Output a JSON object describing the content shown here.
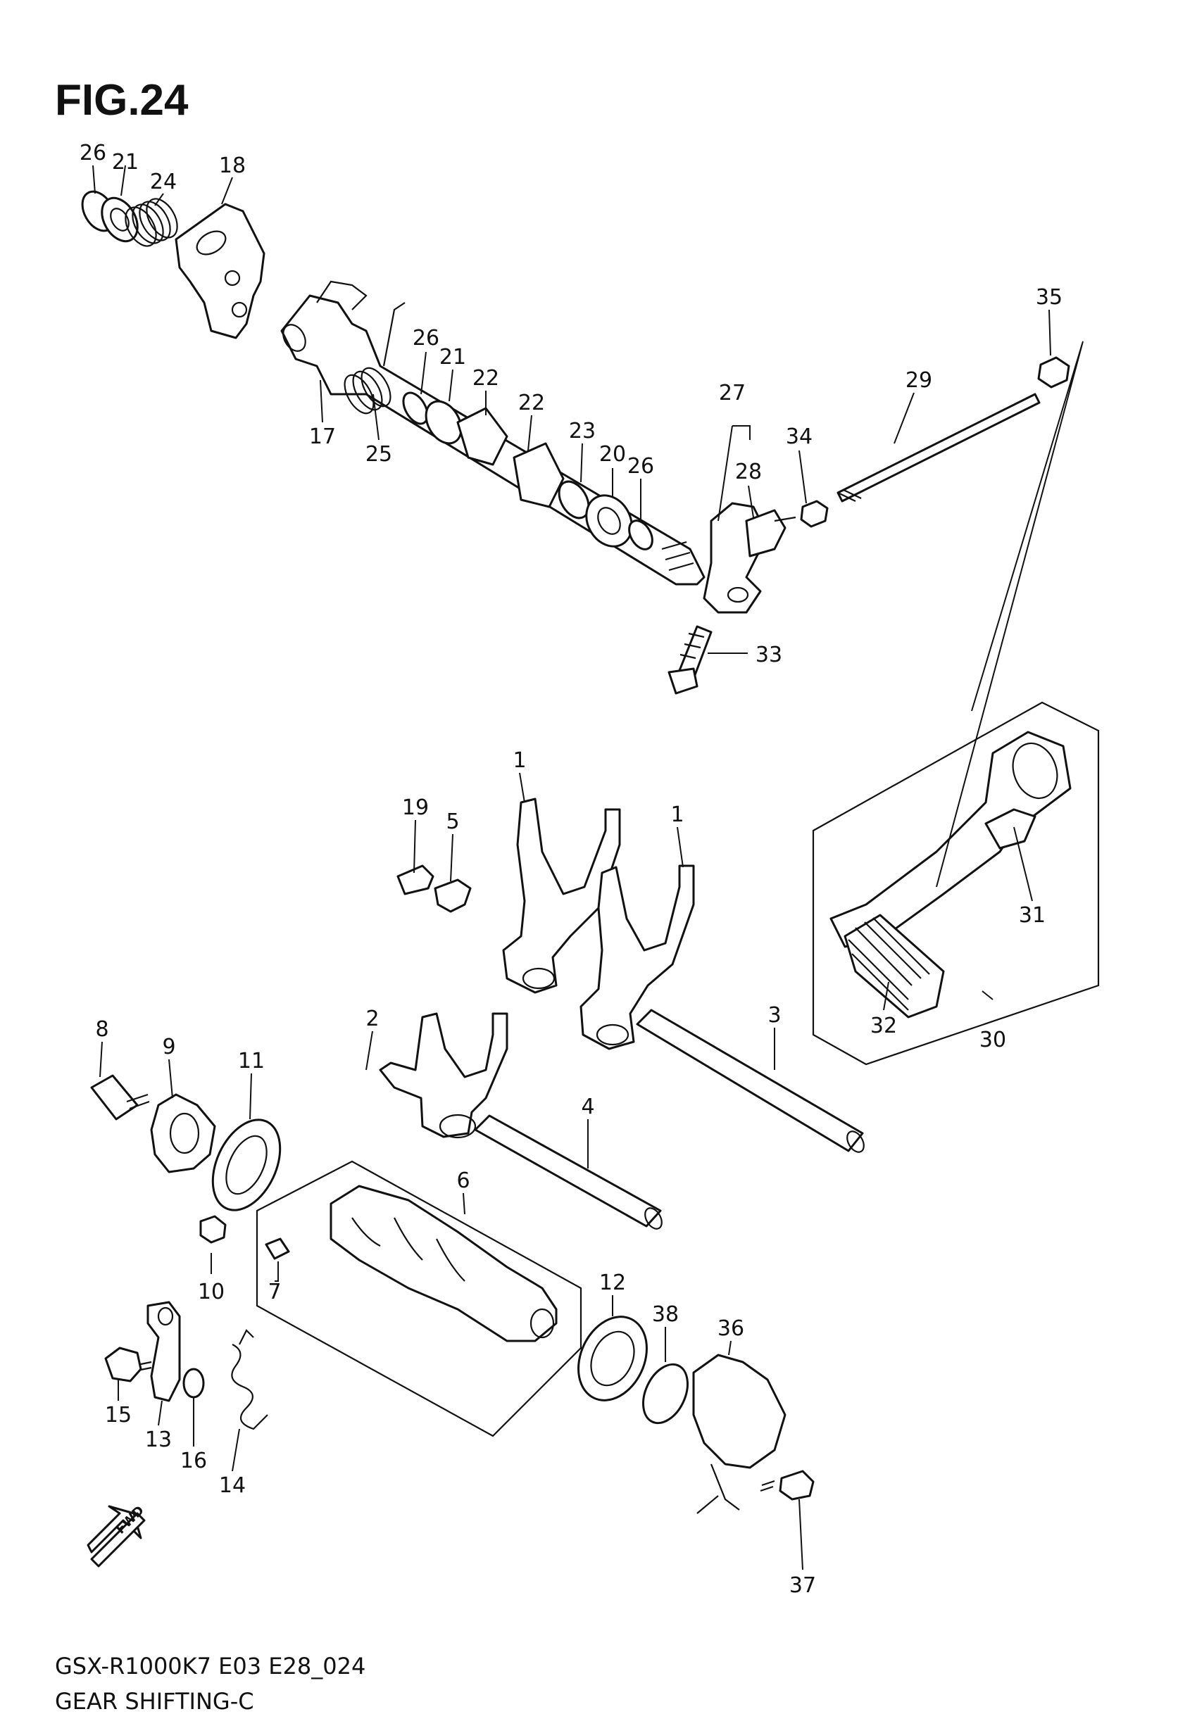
{
  "figure": {
    "title": "FIG.24",
    "model_code": "GSX-R1000K7 E03 E28_024",
    "caption": "GEAR SHIFTING-C",
    "fwd_label": "FWD"
  },
  "callouts": [
    {
      "id": "c26a",
      "number": "26"
    },
    {
      "id": "c21a",
      "number": "21"
    },
    {
      "id": "c24",
      "number": "24"
    },
    {
      "id": "c18",
      "number": "18"
    },
    {
      "id": "c17",
      "number": "17"
    },
    {
      "id": "c25",
      "number": "25"
    },
    {
      "id": "c26b",
      "number": "26"
    },
    {
      "id": "c21b",
      "number": "21"
    },
    {
      "id": "c22a",
      "number": "22"
    },
    {
      "id": "c22b",
      "number": "22"
    },
    {
      "id": "c23",
      "number": "23"
    },
    {
      "id": "c20",
      "number": "20"
    },
    {
      "id": "c26c",
      "number": "26"
    },
    {
      "id": "c27",
      "number": "27"
    },
    {
      "id": "c28",
      "number": "28"
    },
    {
      "id": "c34",
      "number": "34"
    },
    {
      "id": "c29",
      "number": "29"
    },
    {
      "id": "c35",
      "number": "35"
    },
    {
      "id": "c33",
      "number": "33"
    },
    {
      "id": "c1a",
      "number": "1"
    },
    {
      "id": "c1b",
      "number": "1"
    },
    {
      "id": "c19",
      "number": "19"
    },
    {
      "id": "c5",
      "number": "5"
    },
    {
      "id": "c31",
      "number": "31"
    },
    {
      "id": "c32",
      "number": "32"
    },
    {
      "id": "c30",
      "number": "30"
    },
    {
      "id": "c8",
      "number": "8"
    },
    {
      "id": "c9",
      "number": "9"
    },
    {
      "id": "c11",
      "number": "11"
    },
    {
      "id": "c2",
      "number": "2"
    },
    {
      "id": "c3",
      "number": "3"
    },
    {
      "id": "c4",
      "number": "4"
    },
    {
      "id": "c6",
      "number": "6"
    },
    {
      "id": "c10",
      "number": "10"
    },
    {
      "id": "c7",
      "number": "7"
    },
    {
      "id": "c12",
      "number": "12"
    },
    {
      "id": "c38",
      "number": "38"
    },
    {
      "id": "c36",
      "number": "36"
    },
    {
      "id": "c15",
      "number": "15"
    },
    {
      "id": "c13",
      "number": "13"
    },
    {
      "id": "c16",
      "number": "16"
    },
    {
      "id": "c14",
      "number": "14"
    },
    {
      "id": "c37",
      "number": "37"
    }
  ]
}
